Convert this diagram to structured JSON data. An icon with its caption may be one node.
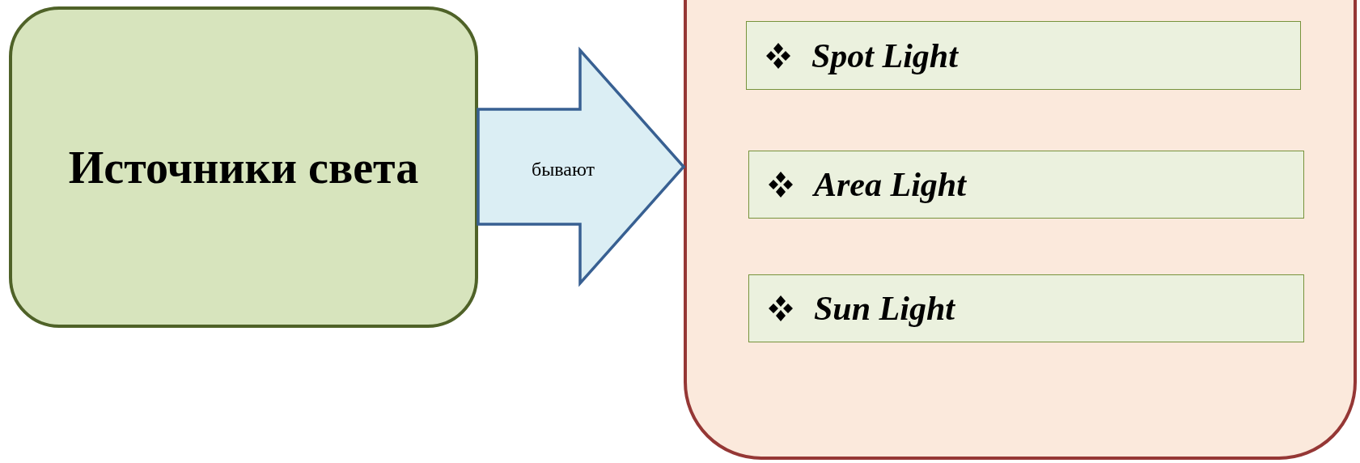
{
  "diagram": {
    "nodes": [
      {
        "text": [
          "Источники света"
        ]
      },
      {
        "text": [],
        "shape": "box"
      },
      {
        "text": [
          "Spot Light"
        ],
        "in": 1
      },
      {
        "text": [
          "Area Light"
        ],
        "in": 1
      },
      {
        "text": [
          "Sun Light"
        ],
        "in": 1
      }
    ],
    "edges": [
      {
        "from": 0,
        "to": 1,
        "arrow": "to",
        "label": "бывают"
      }
    ]
  }
}
